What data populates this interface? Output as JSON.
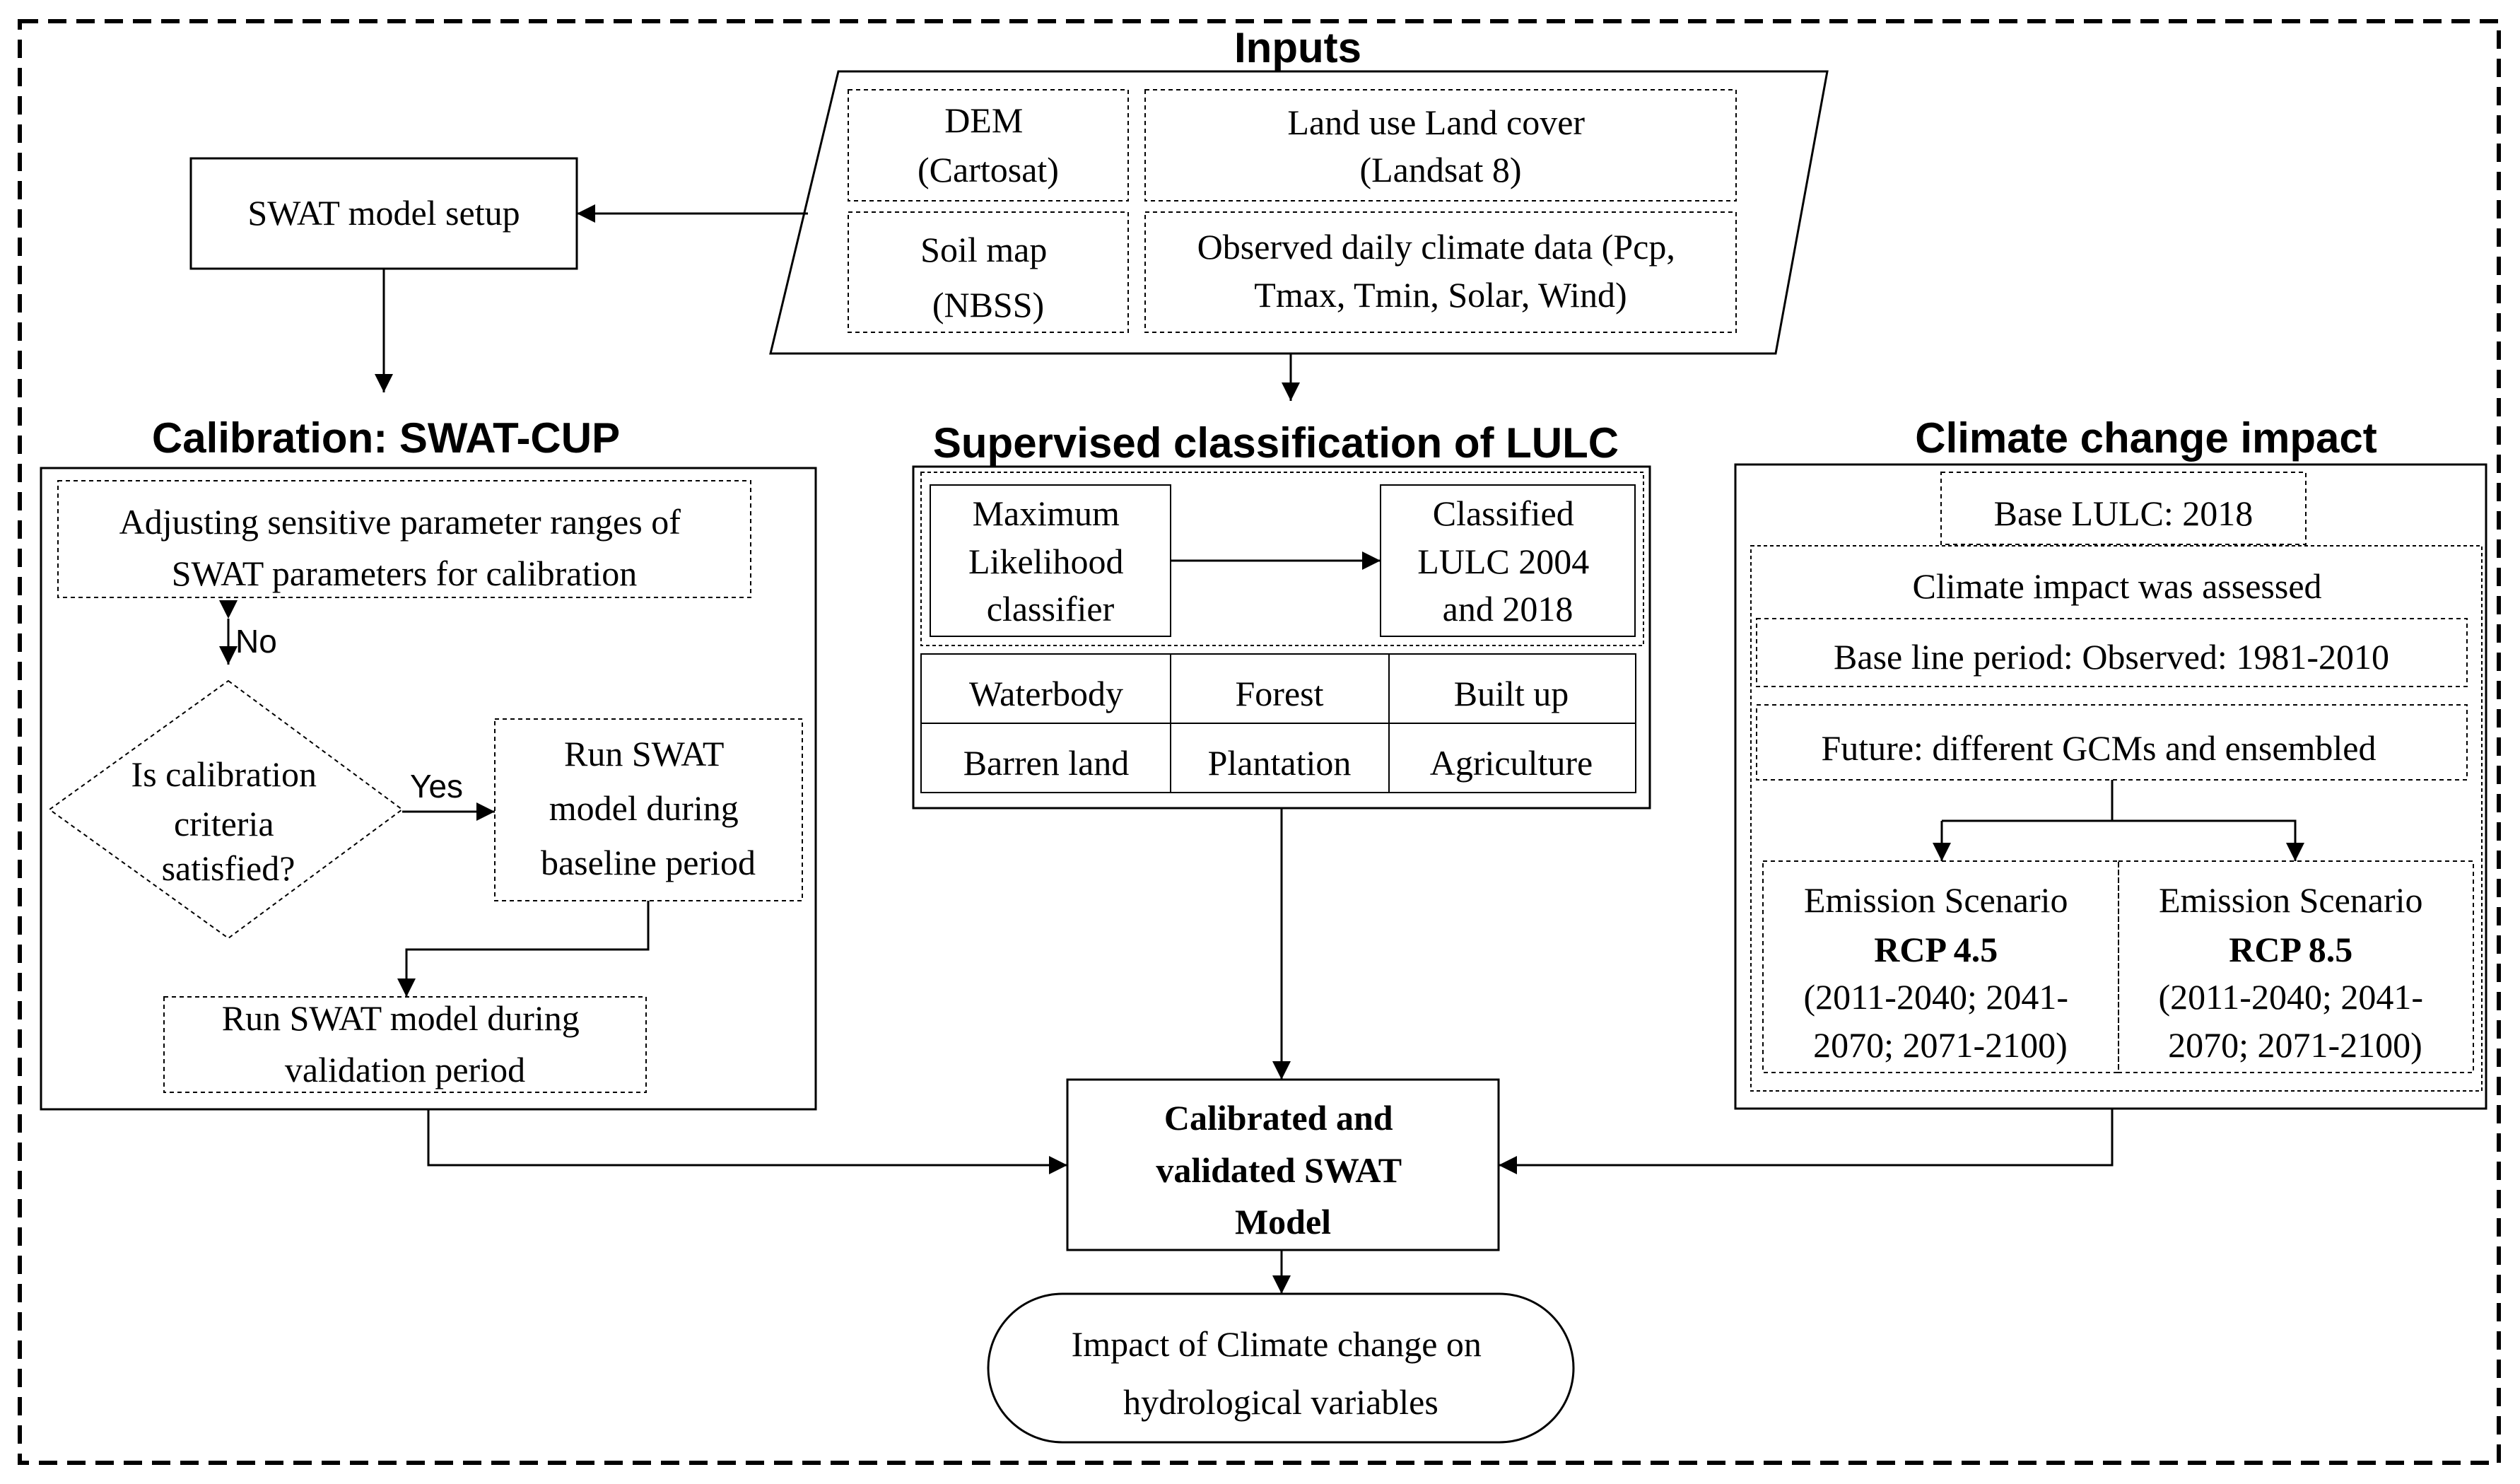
{
  "inputs": {
    "title": "Inputs",
    "dem": [
      "DEM",
      "(Cartosat)"
    ],
    "lulc": [
      "Land use Land cover",
      "(Landsat 8)"
    ],
    "soil": [
      "Soil map",
      "(NBSS)"
    ],
    "climate": [
      "Observed daily climate data (Pcp,",
      "Tmax, Tmin, Solar, Wind)"
    ]
  },
  "swat_setup": "SWAT model setup",
  "calibration": {
    "title": "Calibration: SWAT-CUP",
    "adjust": [
      "Adjusting sensitive parameter ranges of",
      "SWAT parameters for calibration"
    ],
    "decision": [
      "Is calibration",
      "criteria",
      "satisfied?"
    ],
    "no_label": "No",
    "yes_label": "Yes",
    "run_baseline": [
      "Run SWAT",
      "model during",
      "baseline period"
    ],
    "run_validation": [
      "Run SWAT model during",
      "validation period"
    ]
  },
  "classification": {
    "title": "Supervised classification of LULC",
    "classifier": [
      "Maximum",
      "Likelihood",
      "classifier"
    ],
    "classified": [
      "Classified",
      "LULC  2004",
      "and 2018"
    ],
    "classes": [
      [
        "Waterbody",
        "Forest",
        "Built up"
      ],
      [
        "Barren land",
        "Plantation",
        "Agriculture"
      ]
    ]
  },
  "climate_impact": {
    "title": "Climate change impact",
    "base_lulc": "Base LULC:  2018",
    "assessed": "Climate impact was assessed",
    "baseline": "Base line period: Observed: 1981-2010",
    "future": "Future:  different GCMs and ensembled",
    "scenarios": [
      {
        "head": "Emission Scenario",
        "rcp": "RCP 4.5",
        "periods": [
          "(2011-2040;  2041-",
          "2070;  2071-2100)"
        ]
      },
      {
        "head": "Emission Scenario",
        "rcp": "RCP 8.5",
        "periods": [
          "(2011-2040;  2041-",
          "2070;  2071-2100)"
        ]
      }
    ]
  },
  "model": [
    "Calibrated and",
    "validated  SWAT",
    "Model"
  ],
  "impact": [
    "Impact of Climate change on",
    "hydrological variables"
  ]
}
